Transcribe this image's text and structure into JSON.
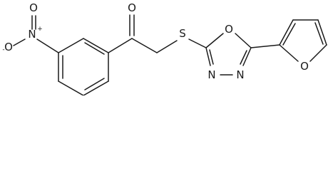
{
  "structure": {
    "atoms": {
      "carbonyl_o": "O",
      "thioether_s": "S",
      "oxadiazole_o": "O",
      "oxadiazole_n1": "N",
      "oxadiazole_n2": "N",
      "furan_o": "O",
      "nitro_n": "N",
      "nitro_o_double": "O",
      "nitro_o_single": "O"
    },
    "charges": {
      "nitro_n": "+",
      "nitro_o_single": "-"
    }
  }
}
